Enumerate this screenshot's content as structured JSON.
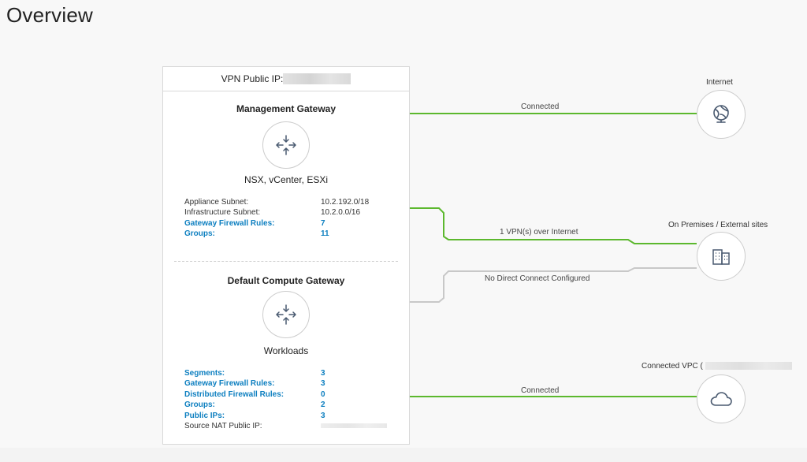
{
  "page": {
    "title": "Overview"
  },
  "vpn": {
    "label": "VPN Public IP:"
  },
  "management_gateway": {
    "title": "Management Gateway",
    "subtitle": "NSX, vCenter, ESXi",
    "rows": [
      {
        "key": "Appliance Subnet:",
        "value": "10.2.192.0/18",
        "link": false
      },
      {
        "key": "Infrastructure Subnet:",
        "value": "10.2.0.0/16",
        "link": false
      },
      {
        "key": "Gateway Firewall Rules:",
        "value": "7",
        "link": true
      },
      {
        "key": "Groups:",
        "value": "11",
        "link": true
      }
    ]
  },
  "compute_gateway": {
    "title": "Default Compute Gateway",
    "subtitle": "Workloads",
    "rows": [
      {
        "key": "Segments:",
        "value": "3",
        "link": true
      },
      {
        "key": "Gateway Firewall Rules:",
        "value": "3",
        "link": true
      },
      {
        "key": "Distributed Firewall Rules:",
        "value": "0",
        "link": true
      },
      {
        "key": "Groups:",
        "value": "2",
        "link": true
      },
      {
        "key": "Public IPs:",
        "value": "3",
        "link": true
      },
      {
        "key": "Source NAT Public IP:",
        "value": "",
        "link": false
      }
    ]
  },
  "connections": {
    "internet": {
      "label": "Connected",
      "site": "Internet",
      "icon": "globe-icon"
    },
    "vpn": {
      "label": "1 VPN(s) over Internet",
      "site": "On Premises / External sites",
      "icon": "building-icon"
    },
    "direct_connect": {
      "label": "No Direct Connect Configured"
    },
    "vpc": {
      "label": "Connected",
      "site": "Connected VPC (",
      "icon": "cloud-icon"
    }
  },
  "colors": {
    "connected": "#5cb82e",
    "disconnected": "#c8c8c8",
    "link": "#0d7fc0",
    "icon_stroke": "#4a5a70"
  }
}
